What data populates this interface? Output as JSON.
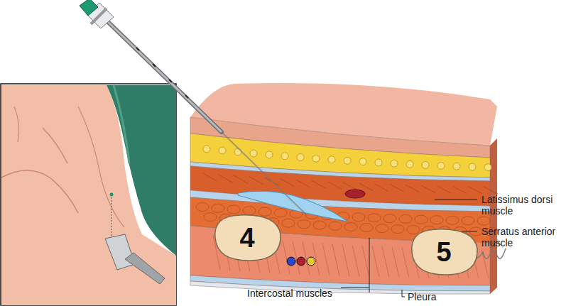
{
  "diagram": {
    "nodes": [
      {
        "text": [
          "4"
        ]
      },
      {
        "text": [
          "5"
        ]
      }
    ],
    "labels": [
      "Latissimus dorsi muscle",
      "Serratus anterior muscle",
      "Intercostal muscles",
      "Pleura"
    ]
  }
}
